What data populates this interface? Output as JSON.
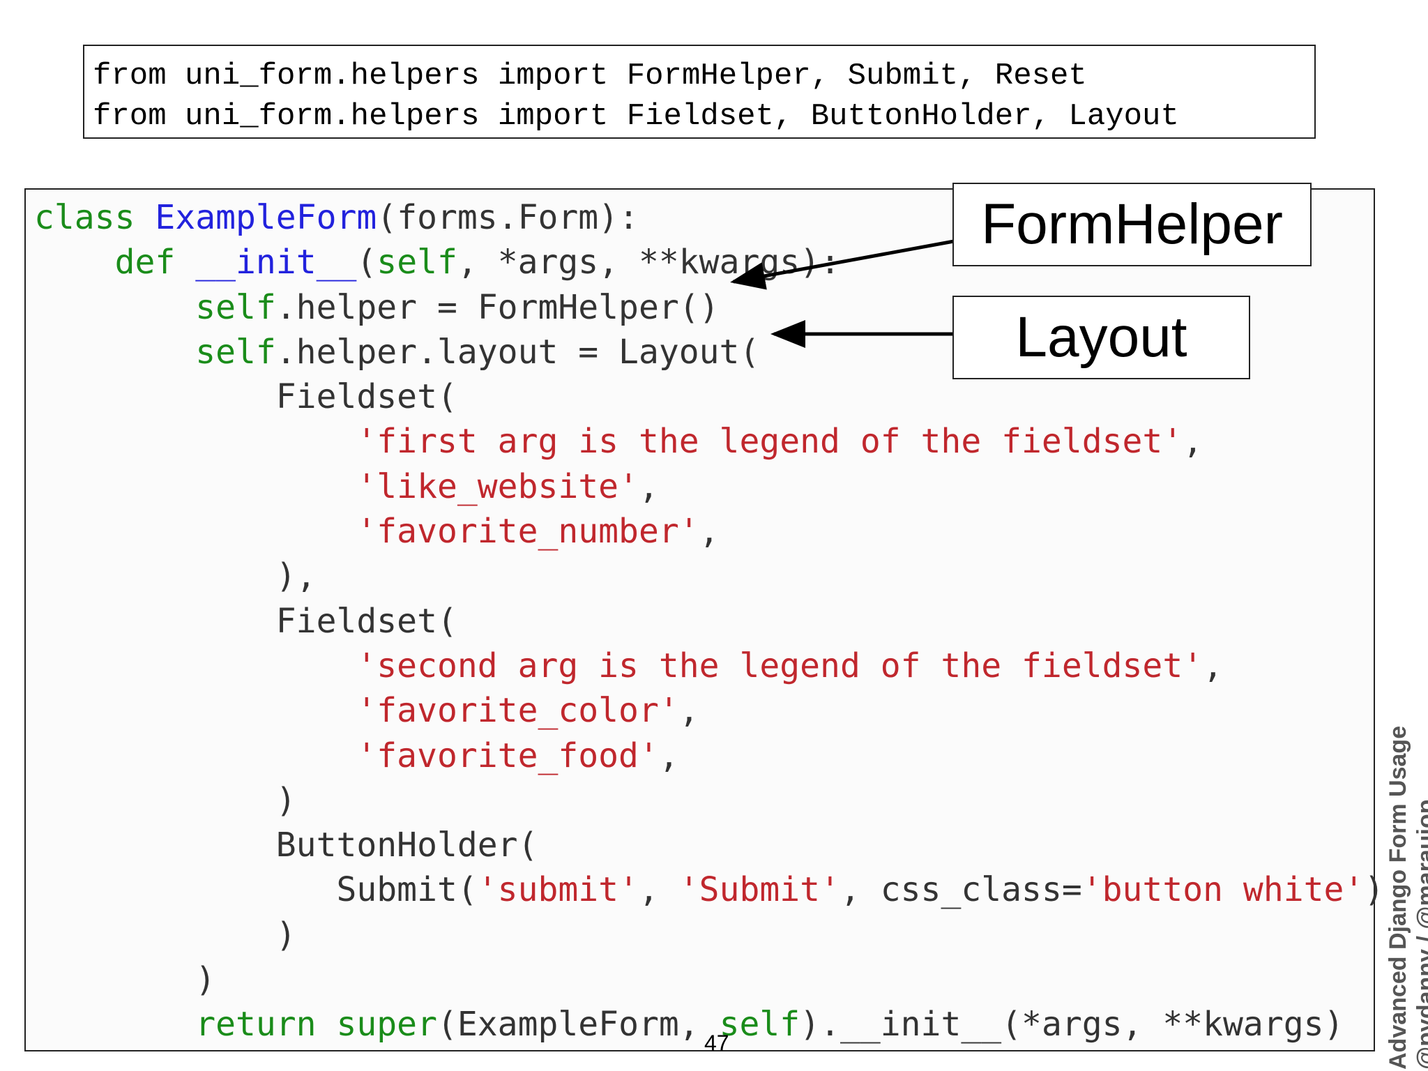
{
  "imports": [
    "from uni_form.helpers import FormHelper, Submit, Reset",
    "from uni_form.helpers import Fieldset, ButtonHolder, Layout"
  ],
  "code": {
    "l1_kw": "class",
    "l1_name": "ExampleForm",
    "l1_rest": "(forms.Form):",
    "l2_kw": "def",
    "l2_name": "__init__",
    "l2_paren": "(",
    "l2_self": "self",
    "l2_rest": ", *args, **kwargs):",
    "l3_self": "self",
    "l3_rest": ".helper = FormHelper()",
    "l4_self": "self",
    "l4_rest": ".helper.layout = Layout(",
    "l5": "Fieldset(",
    "l6_str": "'first arg is the legend of the fieldset'",
    "l7_str": "'like_website'",
    "l8_str": "'favorite_number'",
    "l9": "),",
    "l10": "Fieldset(",
    "l11_str": "'second arg is the legend of the fieldset'",
    "l12_str": "'favorite_color'",
    "l13_str": "'favorite_food'",
    "l14": ")",
    "l15": "ButtonHolder(",
    "l16_a": "Submit(",
    "l16_s1": "'submit'",
    "l16_s2": "'Submit'",
    "l16_b": ", css_class=",
    "l16_s3": "'button white'",
    "l16_c": ")",
    "l17": ")",
    "l18": ")",
    "l19_kw": "return",
    "l19_super": "super",
    "l19_a": "(ExampleForm, ",
    "l19_self": "self",
    "l19_b": ").__init__(*args, **kwargs)"
  },
  "callouts": {
    "formhelper": "FormHelper",
    "layout": "Layout"
  },
  "page_number": "47",
  "side_label": {
    "line1": "Advanced Django Form Usage",
    "line2": "@pydanny / @maraujop"
  }
}
